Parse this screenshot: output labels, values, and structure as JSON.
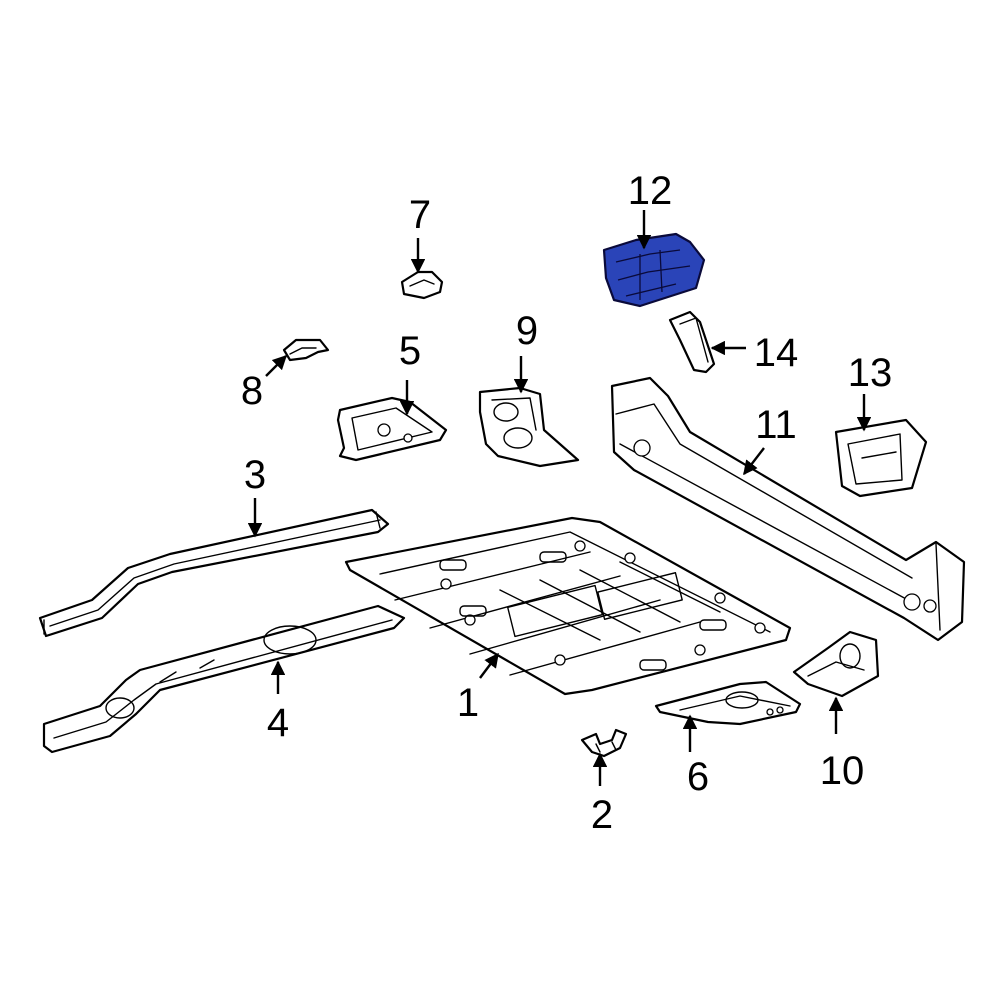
{
  "highlight_color": "#2a44b8",
  "callouts": [
    {
      "id": "1",
      "label": "1"
    },
    {
      "id": "2",
      "label": "2"
    },
    {
      "id": "3",
      "label": "3"
    },
    {
      "id": "4",
      "label": "4"
    },
    {
      "id": "5",
      "label": "5"
    },
    {
      "id": "6",
      "label": "6"
    },
    {
      "id": "7",
      "label": "7"
    },
    {
      "id": "8",
      "label": "8"
    },
    {
      "id": "9",
      "label": "9"
    },
    {
      "id": "10",
      "label": "10"
    },
    {
      "id": "11",
      "label": "11"
    },
    {
      "id": "12",
      "label": "12"
    },
    {
      "id": "13",
      "label": "13"
    },
    {
      "id": "14",
      "label": "14"
    }
  ]
}
